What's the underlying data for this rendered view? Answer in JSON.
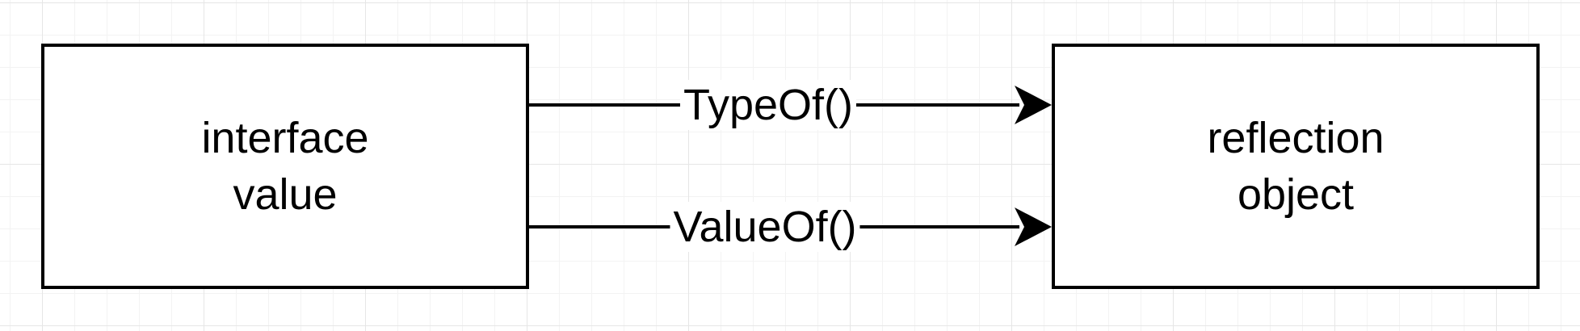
{
  "diagram": {
    "nodes": {
      "source": {
        "label": "interface\nvalue"
      },
      "target": {
        "label": "reflection\nobject"
      }
    },
    "edges": [
      {
        "from": "source",
        "to": "target",
        "label": "TypeOf()"
      },
      {
        "from": "source",
        "to": "target",
        "label": "ValueOf()"
      }
    ],
    "colors": {
      "stroke": "#000000",
      "background": "#ffffff",
      "grid": "#e6e6e6"
    }
  }
}
